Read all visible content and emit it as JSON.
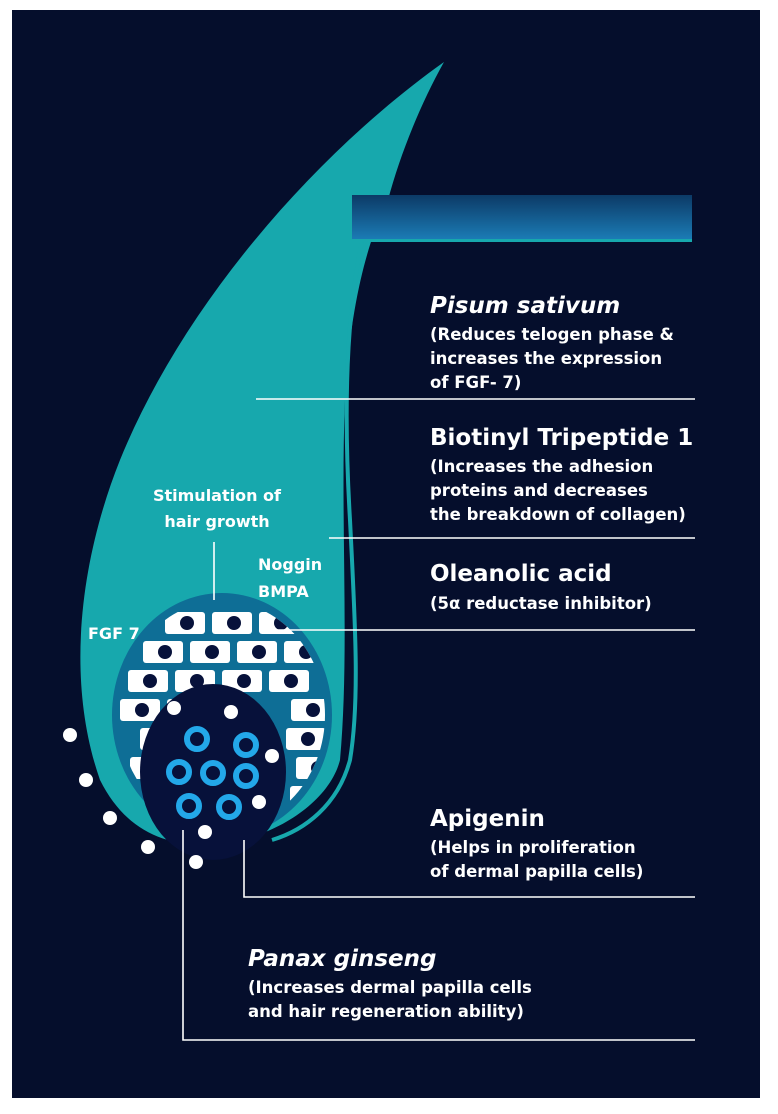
{
  "colors": {
    "background": "#050e2c",
    "hair_teal": "#17a8ad",
    "bulb_blue": "#0e6e96",
    "papilla_dark": "#07113a",
    "ring_blue": "#23a8e9",
    "text": "#ffffff"
  },
  "annotations": [
    {
      "name": "Pisum sativum",
      "italic": true,
      "desc": [
        "(Reduces telogen phase &",
        "increases the expression",
        "of FGF- 7)"
      ]
    },
    {
      "name": "Biotinyl Tripeptide 1",
      "italic": false,
      "desc": [
        "(Increases the adhesion",
        "proteins and decreases",
        "the breakdown of collagen)"
      ]
    },
    {
      "name": "Oleanolic acid",
      "italic": false,
      "desc": [
        "(5α reductase inhibitor)"
      ]
    },
    {
      "name": "Apigenin",
      "italic": false,
      "desc": [
        "(Helps in proliferation",
        "of dermal papilla cells)"
      ]
    },
    {
      "name": "Panax ginseng",
      "italic": true,
      "desc": [
        "(Increases dermal papilla cells",
        "and hair regeneration ability)"
      ]
    }
  ],
  "labels": {
    "stimulation": [
      "Stimulation of",
      "hair growth"
    ],
    "noggin": [
      "Noggin",
      "BMPA"
    ],
    "fgf": "FGF 7"
  }
}
